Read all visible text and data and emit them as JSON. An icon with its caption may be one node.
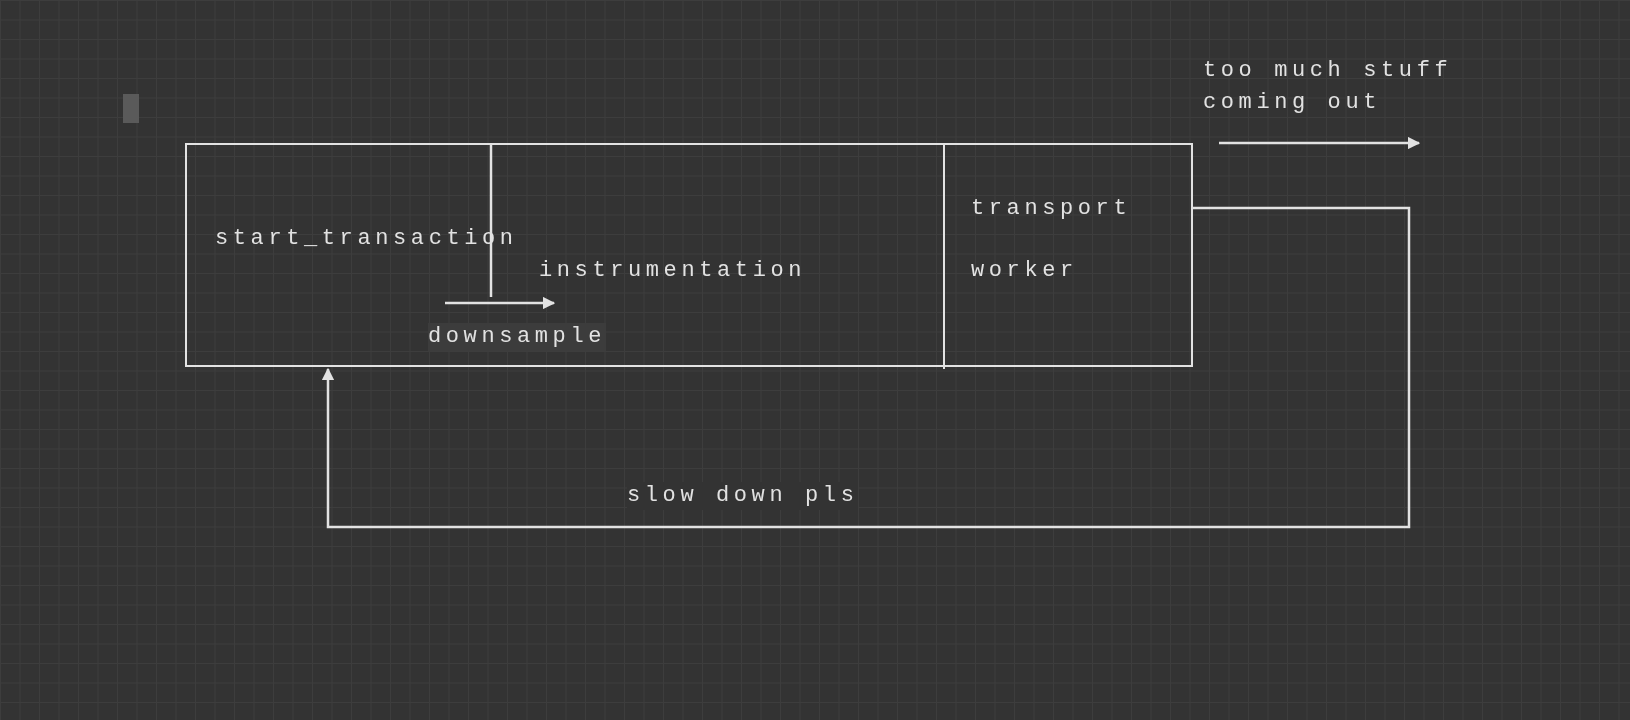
{
  "diagram": {
    "nodes": [
      {
        "text": [],
        "shape": "box"
      },
      {
        "text": [
          "start_transaction"
        ],
        "in": 0
      },
      {
        "text": [
          "instrumentation"
        ],
        "in": 0
      },
      {
        "text": [
          "transport",
          "worker"
        ],
        "in": 0
      }
    ],
    "edges": [
      {
        "from": null,
        "to": 2,
        "arrow": "to",
        "label": "downsample"
      },
      {
        "from": 3,
        "to": 0,
        "arrow": "to",
        "label": "slow down pls"
      },
      {
        "from": 3,
        "to": null,
        "arrow": "to",
        "label": "too much stuff coming out"
      }
    ]
  }
}
